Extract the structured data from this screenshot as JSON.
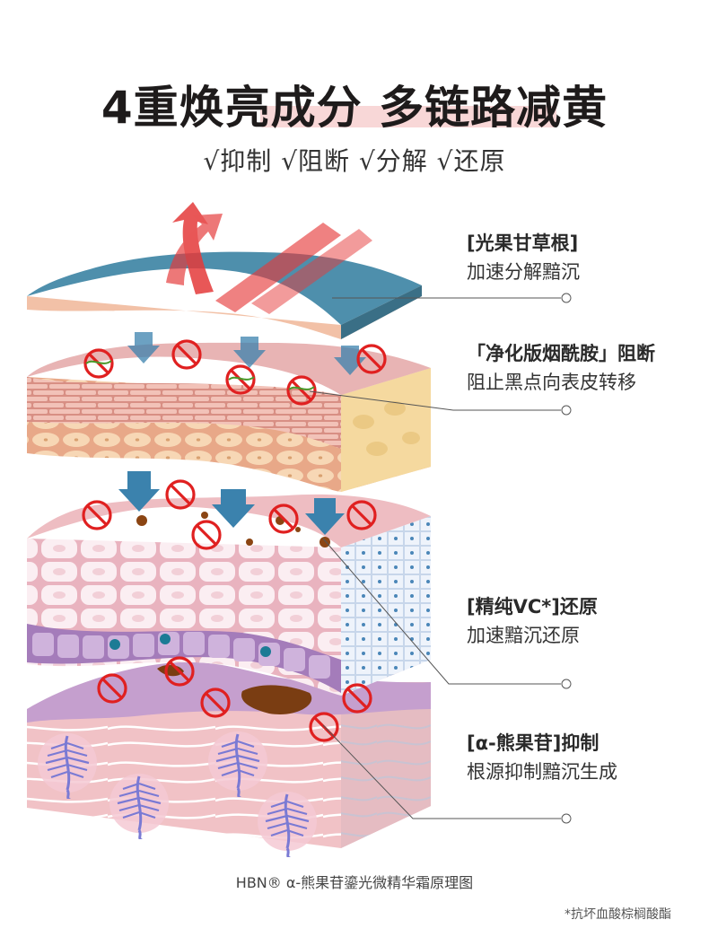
{
  "header": {
    "title": "4重焕亮成分  多链路减黄",
    "subtitle": "√抑制  √阻断  √分解  √还原"
  },
  "annotations": [
    {
      "heading": "[光果甘草根]",
      "desc": "加速分解黯沉"
    },
    {
      "heading": "「净化版烟酰胺」阻断",
      "desc": "阻止黑点向表皮转移"
    },
    {
      "heading": "[精纯VC*]还原",
      "desc": "加速黯沉还原"
    },
    {
      "heading": "[α-熊果苷]抑制",
      "desc": "根源抑制黯沉生成"
    }
  ],
  "footer": {
    "caption": "HBN® α-熊果苷鎏光微精华霜原理图",
    "footnote": "*抗坏血酸棕榈酸酯"
  },
  "colors": {
    "top_layer": "#4e8fac",
    "block_pink": "#e8b4b4",
    "arrow_red": "#e53a3a",
    "arrow_blue": "#3b82ad",
    "forbidden_red": "#e02020",
    "melanin_brown": "#7a3d12",
    "fibroblast_purple": "#7a7ad4"
  }
}
